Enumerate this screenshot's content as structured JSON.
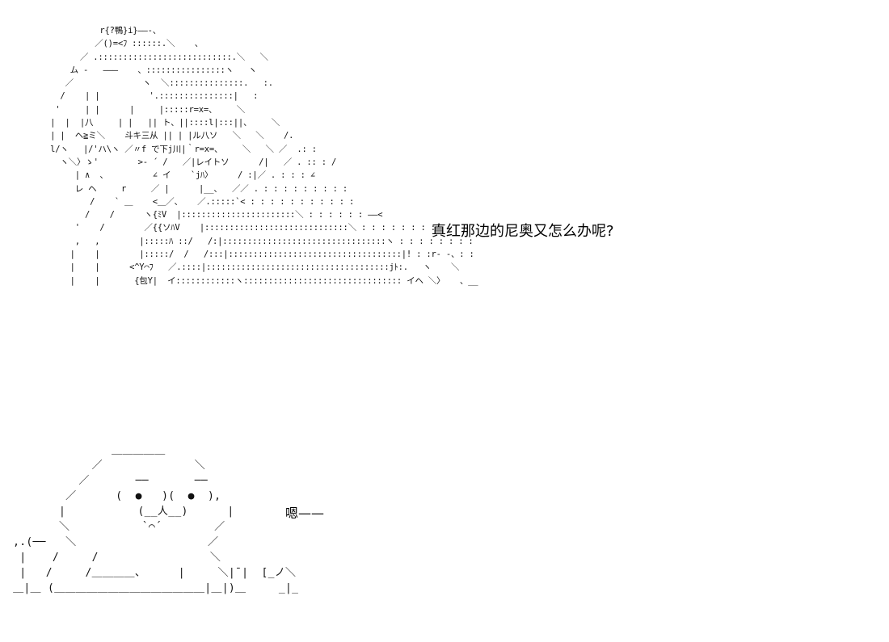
{
  "panel_top": {
    "art": "           r{?鴨}i}——-、\n          ／()=<ﾌ ::::::.＼    、\n       ／ .:::::::::::::::::::::::::::.＼   ＼\n     ム -   ———    、::::::::::::::::ヽ   ヽ\n    ／              ヽ  ＼:::::::::::::::.   :.\n   /    | |          '.:::::::::::::::|   :\n  '     | |      |     |:::::r=x=、    ＼\n |  |  |八     | |   || ト、||::::l|:::||、    ＼\n | |  ヘ≧ミ＼    斗キ三从 || | |ル八ソ   ＼   ＼    /.\n l/ヽ   |/'ハ\\ヽ ／〃f で下j川|｀r=x=、    ＼   ＼ ／  .: :\n   ヽ＼〉ゝ'        >- ´ /   ／|レイトソ      /|   ／ . :: : /\n      | ∧  、         ∠ イ    `jﾊ〉     / :|／ . : : : ∠\n      レ ヘ     r     ／ |      |__、  ／／ . : : : : : : : : :\n         /    ` ＿    <＿／、   ／.:::::`< : : : : : : : : : : :\n        /    /      ヽ{ﾐV  |:::::::::::::::::::::::＼ : : : : : : ——<\n      '    /        ／{{ソﾊV    |:::::::::::::::::::::::::::::＼ : : : : : : : :\n      ,   ,        |:::::ﾊ ::/   /:|:::::::::::::::::::::::::::::::::ヽ : : : : : : : :\n     |    |        |:::::/  /   /:::|:::::::::::::::::::::::::::::::::::|! : :r‐ -、: :\n     |    |      <^Y⌒ﾌ   ／.::::|:::::::::::::::::::::::::::::::::::::jﾄ:.   ヽ    ＼\n     |    |       {包Y|  イ::::::::::::ヽ:::::::::::::::::::::::::::::::: イヘ ＼〉   、__",
    "dialog": "真红那边的尼奥又怎么办呢?"
  },
  "panel_bottom": {
    "art": "                ＿＿＿＿＿\n             ／              ＼\n           ／       ──       ──\n         ／      (  ●   )(  ●  ),\n        |           (__人__)      |\n        ＼           `⌒´        ／\n ,.(──   ＼                    ／\n  |    /     /                 ＼\n  |   /     /＿＿＿＿、     |     ＼|¯|  [_ノ＼\n ＿|＿ (＿＿＿＿＿＿＿＿＿＿＿＿＿＿|＿|)＿     _|_",
    "dialog": "嗯——"
  }
}
